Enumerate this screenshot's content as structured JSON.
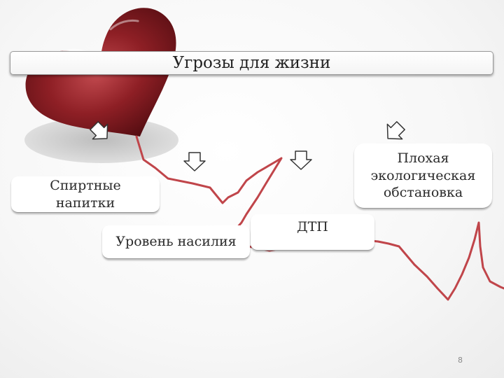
{
  "title": "Угрозы для жизни",
  "boxes": {
    "alcohol": "Спиртные напитки",
    "violence": "Уровень насилия",
    "dtp": "ДТП",
    "ecology": "Плохая экологическая обстановка"
  },
  "page_number": "8",
  "colors": {
    "heart": "#8b1c22",
    "pulse_line": "#c0454a",
    "arrow_stroke": "#333333"
  },
  "icons": [
    "heart-icon",
    "heartbeat-line",
    "arrow-down-icon"
  ]
}
